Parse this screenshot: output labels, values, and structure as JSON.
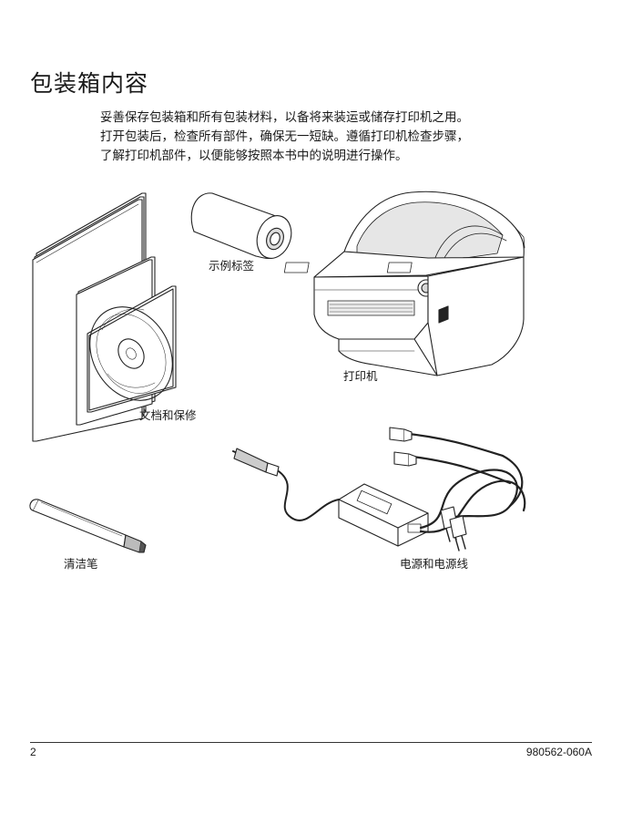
{
  "section_title": "包装箱内容",
  "intro_lines": [
    "妥善保存包装箱和所有包装材料，以备将来装运或储存打印机之用。",
    "打开包装后，检查所有部件，确保无一短缺。遵循打印机检查步骤，",
    "了解打印机部件，以便能够按照本书中的说明进行操作。"
  ],
  "captions": {
    "sample_labels": "示例标签",
    "printer": "打印机",
    "docs_warranty": "文档和保修",
    "cleaning_pen": "清洁笔",
    "power_supply": "电源和电源线"
  },
  "footer": {
    "page_number": "2",
    "doc_id": "980562-060A"
  }
}
